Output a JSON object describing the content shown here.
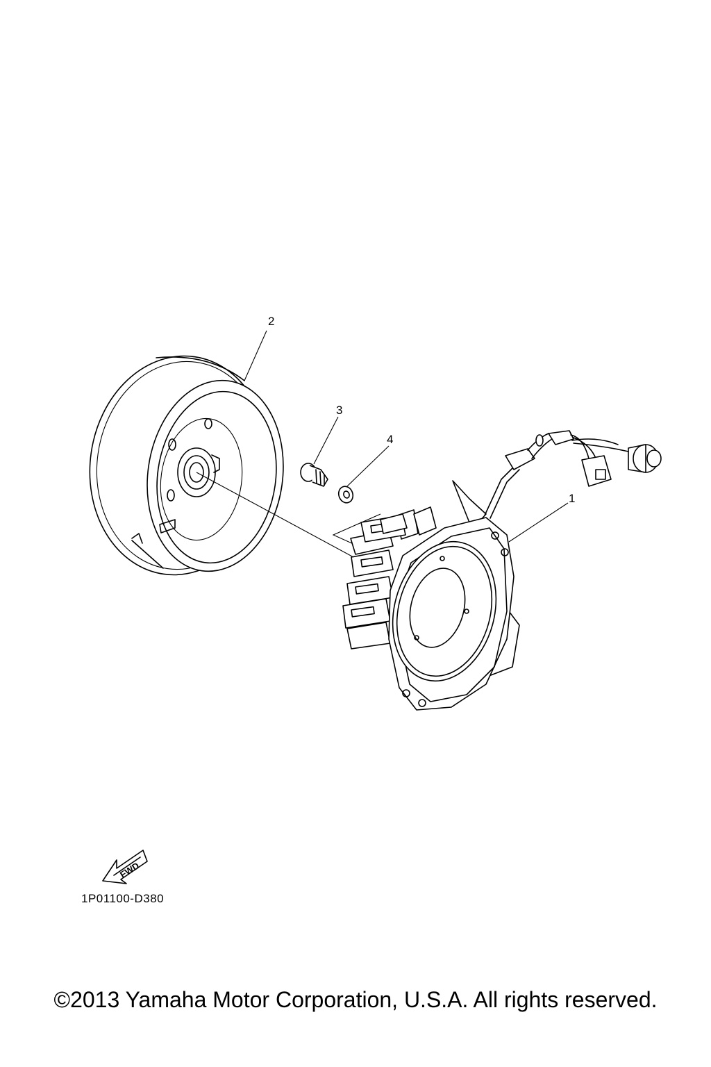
{
  "diagram": {
    "callouts": [
      {
        "number": "1",
        "part": "stator"
      },
      {
        "number": "2",
        "part": "rotor"
      },
      {
        "number": "3",
        "part": "bolt"
      },
      {
        "number": "4",
        "part": "washer"
      }
    ],
    "fwd_arrow_label": "FWD",
    "diagram_code": "1P01100-D380"
  },
  "footer": {
    "copyright": "©2013 Yamaha Motor Corporation, U.S.A. All rights reserved."
  }
}
